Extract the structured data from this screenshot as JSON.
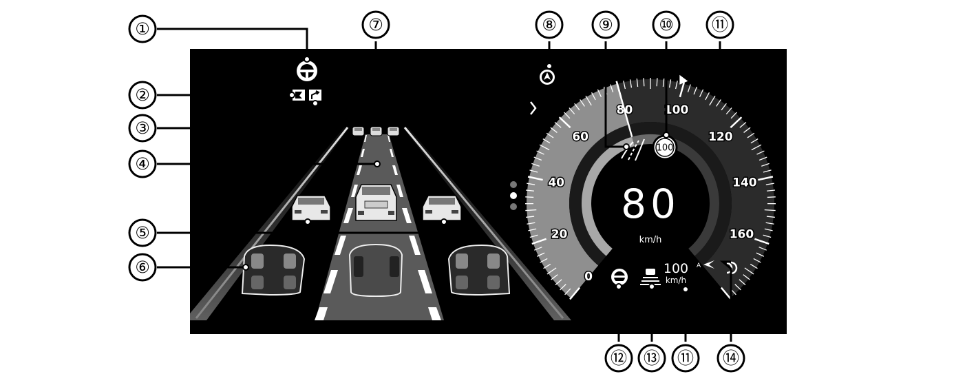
{
  "callouts": [
    "①",
    "②",
    "③",
    "④",
    "⑤",
    "⑥",
    "⑦",
    "⑧",
    "⑨",
    "⑩",
    "⑪",
    "⑪",
    "⑫",
    "⑬",
    "⑭"
  ],
  "speedometer": {
    "ticks": [
      "0",
      "20",
      "40",
      "60",
      "80",
      "100",
      "120",
      "140",
      "160"
    ],
    "current_speed": "80",
    "unit": "km/h",
    "speed_limit_sign": "100",
    "set_speed": "100",
    "set_speed_unit": "km/h",
    "set_speed_mode": "A"
  },
  "colors": {
    "panel": "#000000",
    "lane": "#5a5a5a",
    "gauge_fill": "#9a9a9a",
    "background": "#ffffff"
  },
  "icons": [
    "steering-wheel-icon",
    "lane-marker-icon",
    "lane-change-icon",
    "navigation-arrow-icon",
    "chevron-right-icon",
    "road-curve-icon",
    "steering-assist-icon",
    "distance-icon",
    "set-speed-marker-icon"
  ]
}
